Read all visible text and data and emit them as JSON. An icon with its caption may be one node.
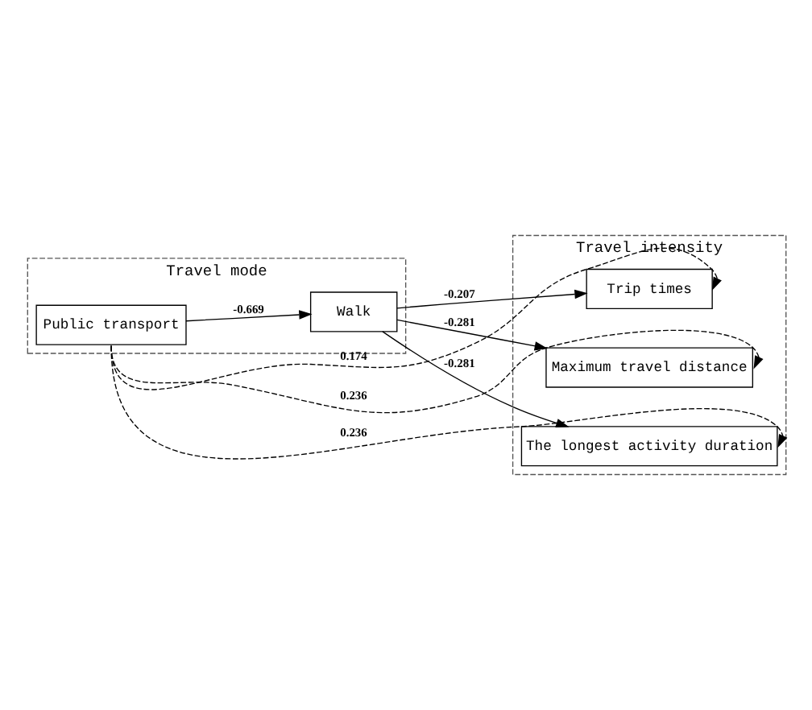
{
  "diagram": {
    "nodes": [
      {
        "text": [
          "Travel mode"
        ]
      },
      {
        "text": [
          "Walk"
        ],
        "in": 0
      },
      {
        "text": [
          "Public transport"
        ],
        "in": 0
      },
      {
        "text": [
          "Travel intensity"
        ]
      },
      {
        "text": [
          "Trip times"
        ],
        "in": 3
      },
      {
        "text": [
          "Maximum travel distance"
        ],
        "in": 3
      },
      {
        "text": [
          "The longest activity duration"
        ],
        "in": 3
      }
    ],
    "edges": [
      {
        "from": 2,
        "to": 1,
        "arrow": "to",
        "label": "-0.669"
      },
      {
        "from": 1,
        "to": 4,
        "arrow": "to",
        "label": "-0.207"
      },
      {
        "from": 1,
        "to": 5,
        "arrow": "to",
        "label": "-0.281"
      },
      {
        "from": 1,
        "to": 6,
        "arrow": "to",
        "label": "-0.281"
      },
      {
        "from": 2,
        "to": 4,
        "arrow": "to",
        "label": "0.174",
        "style": "dashed"
      },
      {
        "from": 2,
        "to": 5,
        "arrow": "to",
        "label": "0.236",
        "style": "dashed"
      },
      {
        "from": 2,
        "to": 6,
        "arrow": "to",
        "label": "0.236",
        "style": "dashed"
      }
    ]
  }
}
